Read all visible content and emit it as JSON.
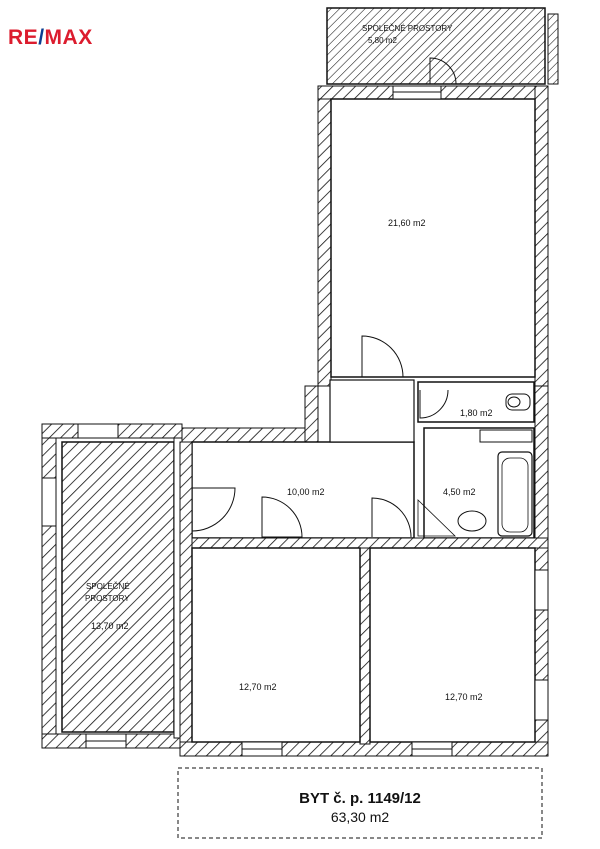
{
  "brand": {
    "logo_re": "RE",
    "logo_slash": "/",
    "logo_max": "MAX",
    "colors": {
      "red": "#dc1c2e",
      "blue": "#0b3d91"
    }
  },
  "rooms": {
    "common_top_name": "SPOLEČNÉ PROSTORY",
    "common_top_area": "5,80 m2",
    "living_area": "21,60 m2",
    "wc_area": "1,80 m2",
    "hall_area": "10,00 m2",
    "bath_area": "4,50 m2",
    "common_left_name_1": "SPOLEČNÉ",
    "common_left_name_2": "PROSTORY",
    "common_left_area": "13,70 m2",
    "room_left_area": "12,70 m2",
    "room_right_area": "12,70 m2"
  },
  "summary": {
    "title": "BYT č. p. 1149/12",
    "total_area": "63,30 m2"
  }
}
